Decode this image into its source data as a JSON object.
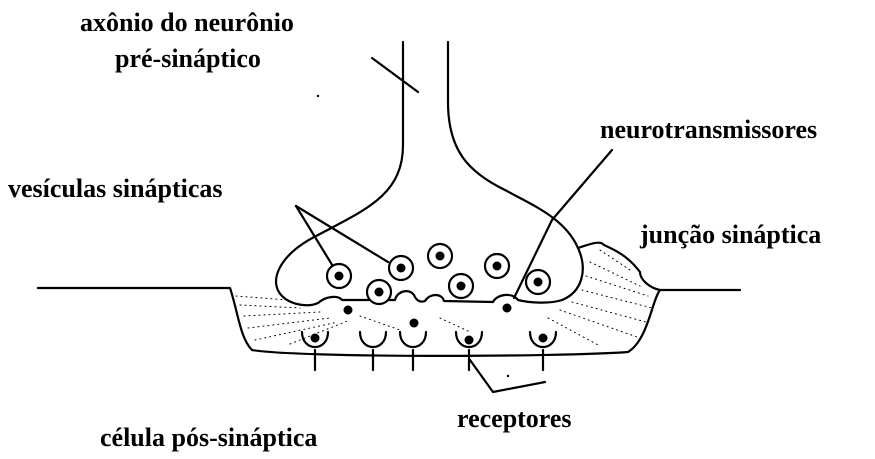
{
  "labels": {
    "axon_line1": "axônio do neurônio",
    "axon_line2": "pré-sináptico",
    "neurotransmitters": "neurotransmissores",
    "synaptic_vesicles": "vesículas sinápticas",
    "synaptic_junction": "junção sináptica",
    "receptors": "receptores",
    "postsynaptic_cell": "célula pós-sináptica"
  },
  "colors": {
    "ink": "#000000",
    "background": "#ffffff"
  }
}
